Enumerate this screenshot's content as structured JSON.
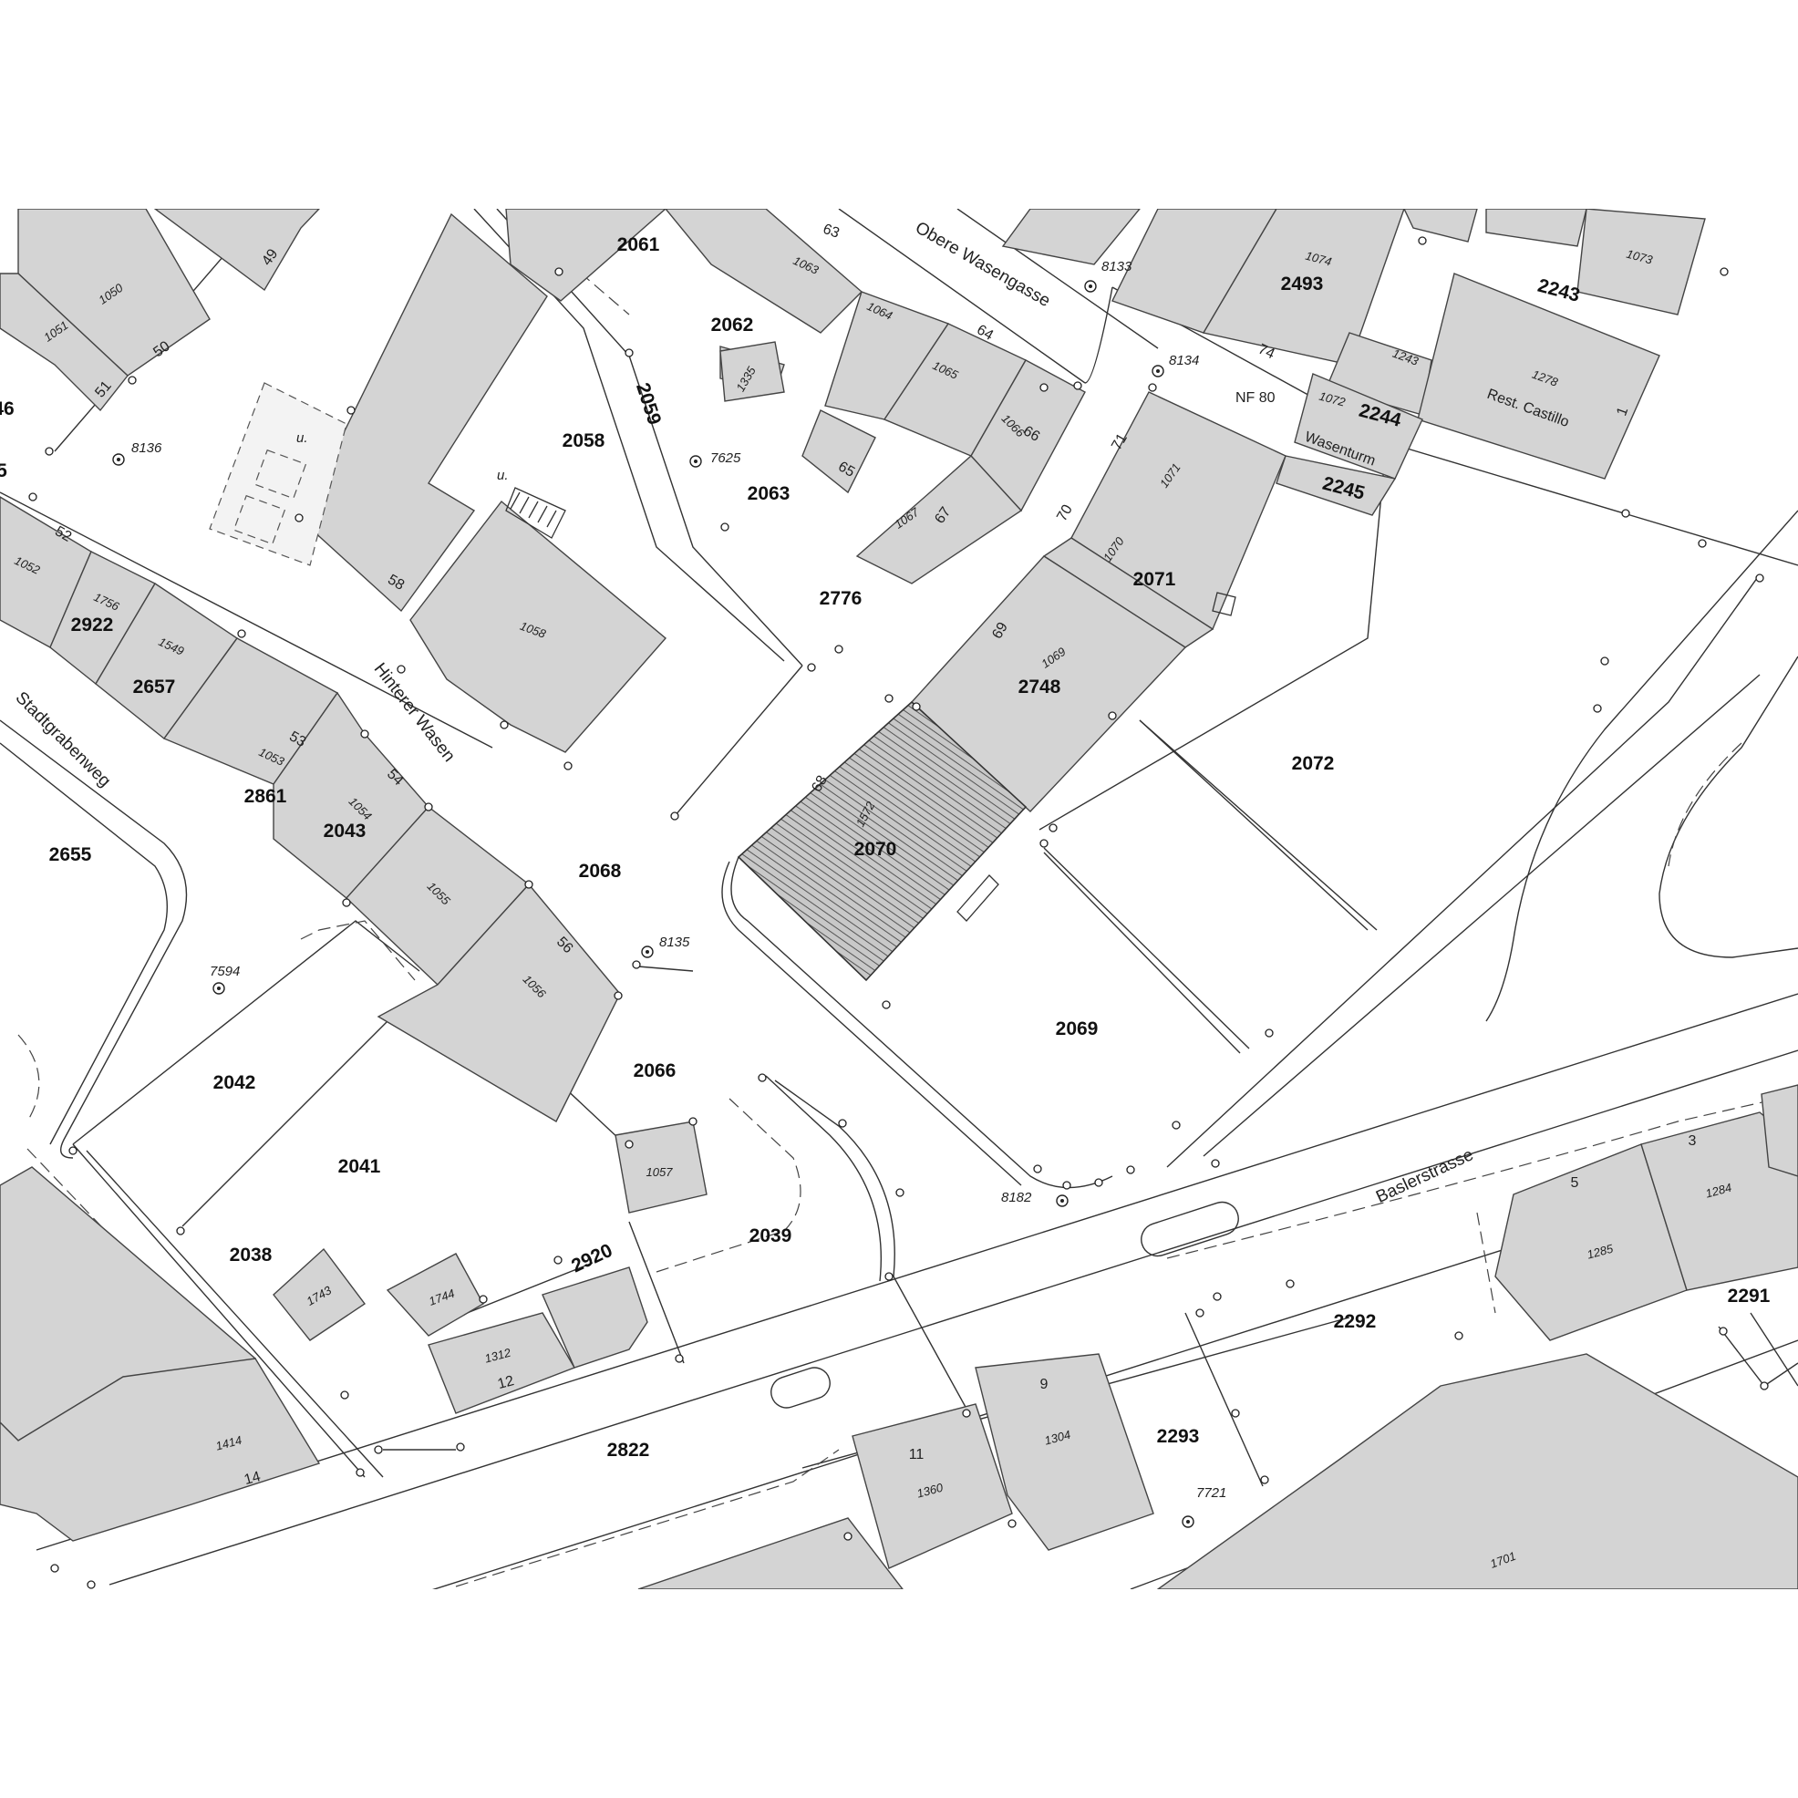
{
  "map": {
    "title": "",
    "streets": [
      "Obere Wasengasse",
      "Hinterer Wasen",
      "Stadtgrabenweg",
      "Baslerstrasse"
    ],
    "parcels": [
      "2061",
      "2062",
      "2058",
      "2059",
      "2063",
      "2776",
      "2068",
      "2070",
      "2748",
      "2071",
      "2072",
      "2069",
      "2066",
      "2039",
      "2920",
      "2038",
      "2041",
      "2042",
      "2655",
      "2043",
      "2861",
      "2657",
      "2922",
      "2493",
      "2243",
      "2244",
      "2245",
      "2292",
      "2291",
      "2293",
      "2822",
      "46",
      "5"
    ],
    "buildings": [
      "1050",
      "1051",
      "1052",
      "1756",
      "1549",
      "1053",
      "1054",
      "1055",
      "1056",
      "1057",
      "1058",
      "1063",
      "1064",
      "1065",
      "1066",
      "1067",
      "1069",
      "1070",
      "1071",
      "1072",
      "1074",
      "1073",
      "1243",
      "1278",
      "1284",
      "1285",
      "1304",
      "1360",
      "1312",
      "1414",
      "1743",
      "1744",
      "1335",
      "1572",
      "1701"
    ],
    "house_numbers": [
      "49",
      "50",
      "51",
      "52",
      "53",
      "54",
      "56",
      "58",
      "63",
      "64",
      "65",
      "66",
      "67",
      "68",
      "69",
      "70",
      "71",
      "74",
      "1",
      "3",
      "5",
      "9",
      "11",
      "12",
      "14"
    ],
    "fixpoints": [
      "8136",
      "7625",
      "8133",
      "8134",
      "8135",
      "7594",
      "8182",
      "7721"
    ],
    "annotations": [
      "NF 80",
      "Wasenturm",
      "Rest. Castillo",
      "u.",
      "u."
    ]
  }
}
